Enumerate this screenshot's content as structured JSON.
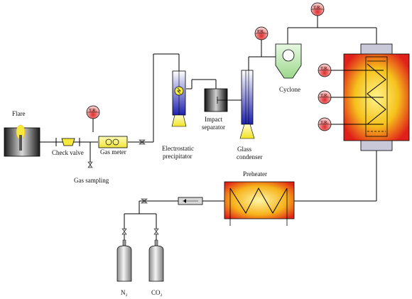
{
  "labels": {
    "flare": "Flare",
    "check_valve": "Check valve",
    "gas_meter": "Gas meter",
    "gas_sampling": "Gas sampling",
    "electrostatic_1": "Electrostatic",
    "electrostatic_2": "precipitator",
    "impact_1": "Impact",
    "impact_2": "separator",
    "glass_1": "Glass",
    "glass_2": "condenser",
    "cyclone": "Cyclone",
    "preheater": "Preheater",
    "n2": "N₂",
    "co2": "CO₂"
  },
  "instrument_tags": {
    "tr": "T.R.",
    "pr": "P.R."
  },
  "colors": {
    "reactor_red": "#e0201a",
    "reactor_yellow": "#f6e628",
    "condenser_blue": "#2a2ab8",
    "cyclone_green": "#bfe8b4",
    "flask_yellow": "#f2ec2e",
    "instrument_red": "#e02a2a"
  }
}
